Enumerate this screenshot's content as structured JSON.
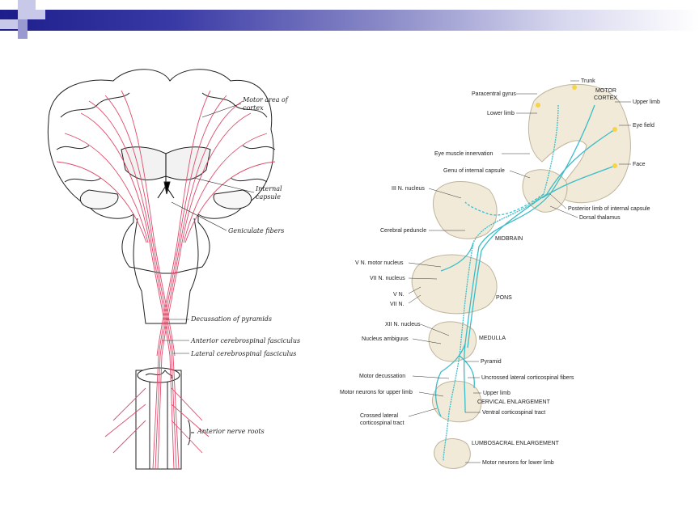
{
  "slide": {
    "accent_dark": "#1e1e8c",
    "accent_light": "#c8c8e8"
  },
  "left_figure": {
    "labels": {
      "motor_area": [
        "Motor area of",
        "cortex"
      ],
      "internal_capsule": [
        "Internal",
        "capsule"
      ],
      "geniculate": "Geniculate fibers",
      "decussation": "Decussation of pyramids",
      "anterior_fasciculus": "Anterior cerebrospinal fasciculus",
      "lateral_fasciculus": "Lateral cerebrospinal fasciculus",
      "anterior_roots": "Anterior nerve roots"
    }
  },
  "right_figure": {
    "labels": {
      "trunk": "Trunk",
      "motor_cortex": [
        "MOTOR",
        "CORTEX"
      ],
      "paracentral": "Paracentral gyrus",
      "lower_limb": "Lower limb",
      "upper_limb": "Upper limb",
      "eye_field": "Eye field",
      "eye_muscle": "Eye muscle innervation",
      "genu": "Genu of internal capsule",
      "face": "Face",
      "iii_nucleus": "III N. nucleus",
      "posterior_limb": "Posterior limb of internal capsule",
      "dorsal_thalamus": "Dorsal thalamus",
      "cerebral_peduncle": "Cerebral peduncle",
      "midbrain": "MIDBRAIN",
      "v_motor": "V N. motor nucleus",
      "vii_nucleus": "VII N. nucleus",
      "v_n": "V N.",
      "vii_n": "VII N.",
      "pons": "PONS",
      "xii_nucleus": "XII N. nucleus",
      "medulla": "MEDULLA",
      "nucleus_ambiguus": "Nucleus ambiguus",
      "pyramid": "Pyramid",
      "motor_decussation": "Motor decussation",
      "uncrossed": "Uncrossed lateral corticospinal fibers",
      "upper_limb_2": "Upper limb",
      "motor_neurons_upper": "Motor neurons for upper limb",
      "cervical": "CERVICAL ENLARGEMENT",
      "crossed_lateral": [
        "Crossed lateral",
        "corticospinal tract"
      ],
      "ventral": "Ventral corticospinal tract",
      "lumbosacral": "LUMBOSACRAL ENLARGEMENT",
      "motor_neurons_lower": "Motor neurons for lower limb"
    }
  }
}
